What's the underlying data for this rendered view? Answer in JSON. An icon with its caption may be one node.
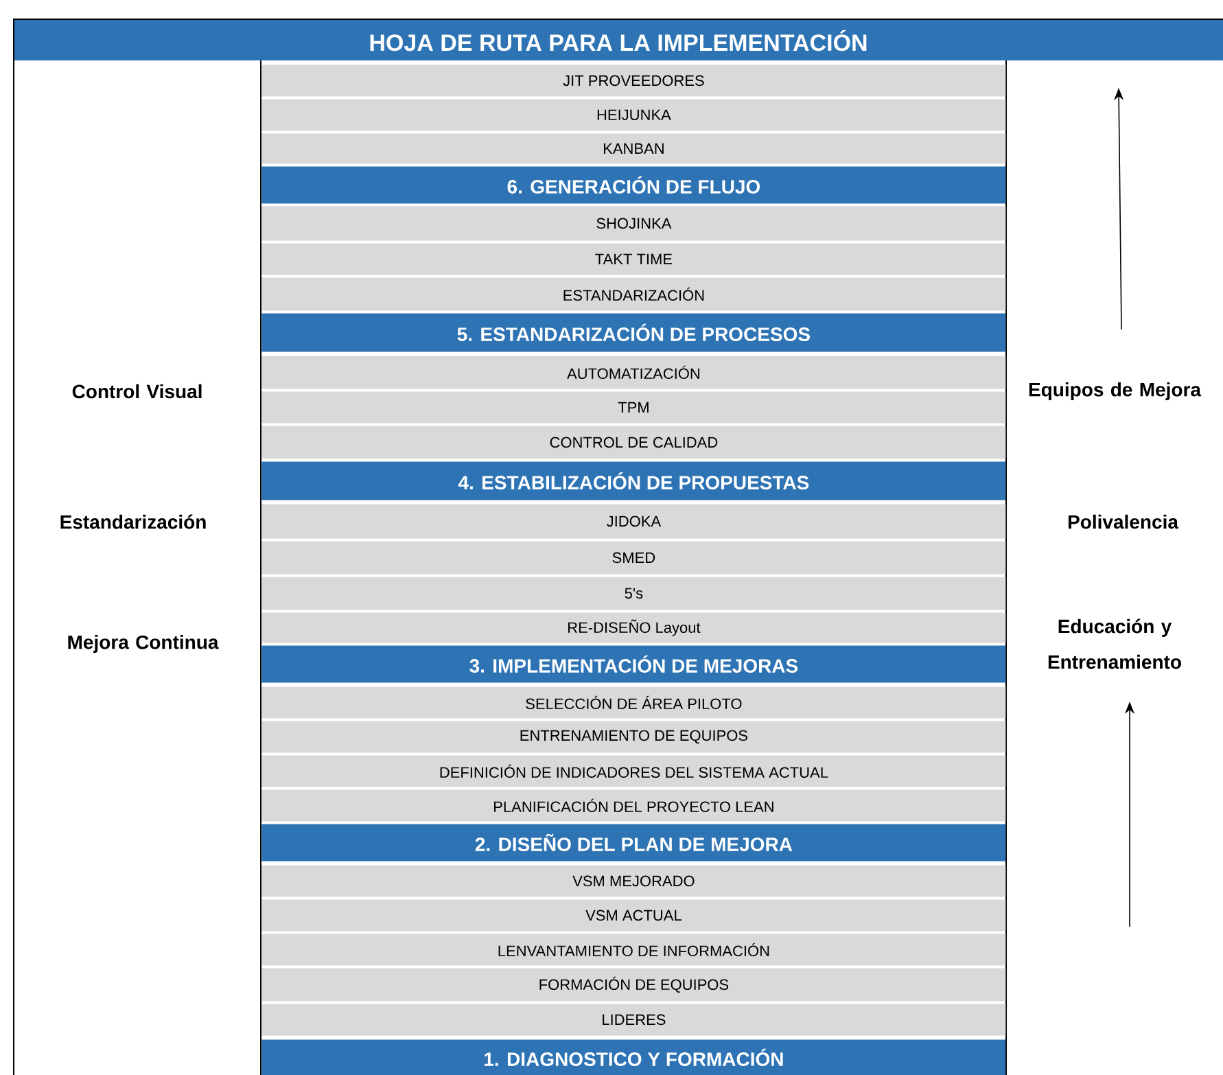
{
  "diagram": {
    "title": "HOJA DE RUTA PARA LA IMPLEMENTACIÓN",
    "nodes": [
      {
        "text": [
          "JIT PROVEEDORES"
        ]
      },
      {
        "text": [
          "HEIJUNKA"
        ]
      },
      {
        "text": [
          "KANBAN"
        ]
      },
      {
        "text": [
          "6. GENERACIÓN DE FLUJO"
        ]
      },
      {
        "text": [
          "SHOJINKA"
        ]
      },
      {
        "text": [
          "TAKT TIME"
        ]
      },
      {
        "text": [
          "ESTANDARIZACIÓN"
        ]
      },
      {
        "text": [
          "5. ESTANDARIZACIÓN DE PROCESOS"
        ]
      },
      {
        "text": [
          "AUTOMATIZACIÓN"
        ]
      },
      {
        "text": [
          "TPM"
        ]
      },
      {
        "text": [
          "CONTROL DE CALIDAD"
        ]
      },
      {
        "text": [
          "4. ESTABILIZACIÓN DE PROPUESTAS"
        ]
      },
      {
        "text": [
          "JIDOKA"
        ]
      },
      {
        "text": [
          "SMED"
        ]
      },
      {
        "text": [
          "5's"
        ]
      },
      {
        "text": [
          "RE-DISEÑO Layout"
        ]
      },
      {
        "text": [
          "3. IMPLEMENTACIÓN DE MEJORAS"
        ]
      },
      {
        "text": [
          "SELECCIÓN DE ÁREA PILOTO"
        ]
      },
      {
        "text": [
          "ENTRENAMIENTO DE EQUIPOS"
        ]
      },
      {
        "text": [
          "DEFINICIÓN DE INDICADORES DEL SISTEMA ACTUAL"
        ]
      },
      {
        "text": [
          "PLANIFICACIÓN DEL PROYECTO LEAN"
        ]
      },
      {
        "text": [
          "2. DISEÑO DEL PLAN DE MEJORA"
        ]
      },
      {
        "text": [
          "VSM MEJORADO"
        ]
      },
      {
        "text": [
          "VSM ACTUAL"
        ]
      },
      {
        "text": [
          "LENVANTAMIENTO DE INFORMACIÓN"
        ]
      },
      {
        "text": [
          "FORMACIÓN DE EQUIPOS"
        ]
      },
      {
        "text": [
          "LIDERES"
        ]
      },
      {
        "text": [
          "1. DIAGNOSTICO Y FORMACIÓN"
        ]
      }
    ],
    "labels": [
      "Control Visual",
      "Equipos de Mejora",
      "Estandarización",
      "Polivalencia",
      "Mejora Continua",
      "Educación y Entrenamiento"
    ]
  }
}
